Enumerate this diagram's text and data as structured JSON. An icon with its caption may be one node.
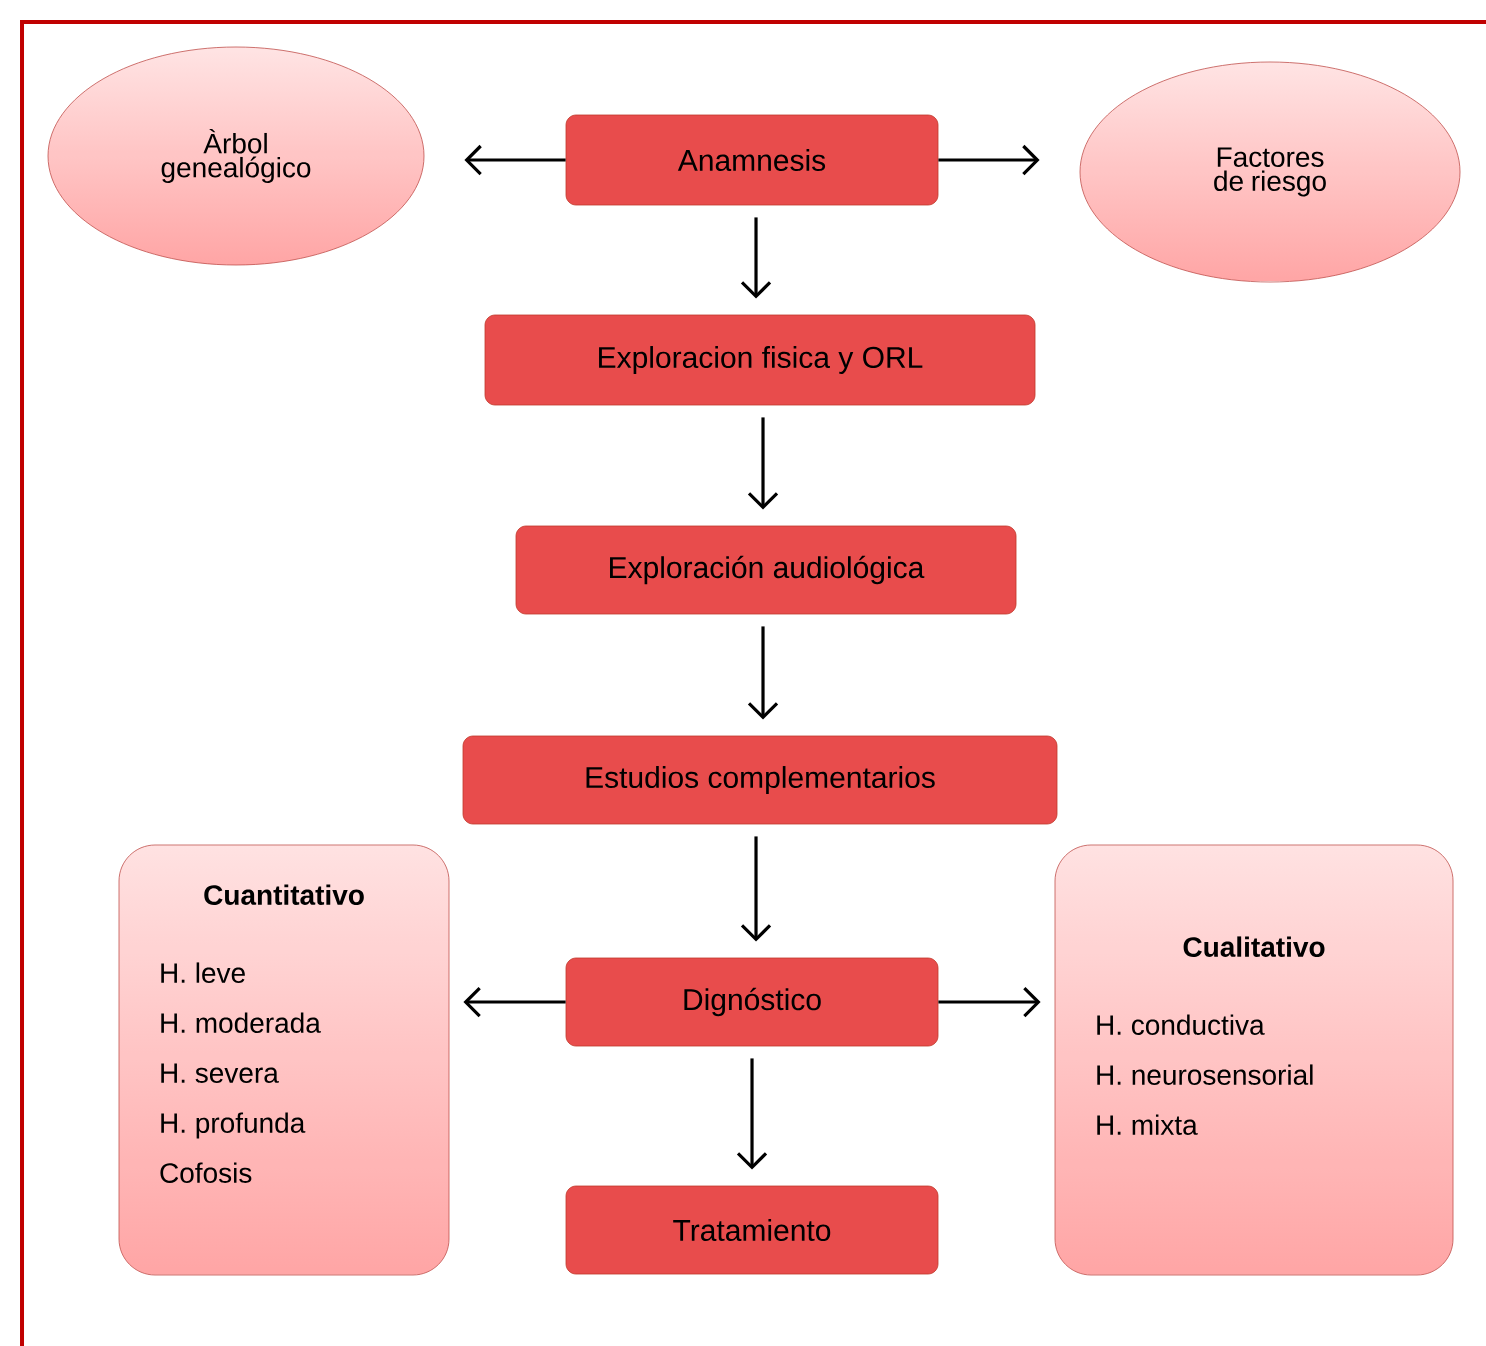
{
  "diagram": {
    "nodes": [
      {
        "text": [
          "Anamnesis"
        ]
      },
      {
        "text": [
          "Àrbol genealógico"
        ]
      },
      {
        "text": [
          "Factores de riesgo"
        ]
      },
      {
        "text": [
          "Exploracion fisica y ORL"
        ]
      },
      {
        "text": [
          "Exploración audiológica"
        ]
      },
      {
        "text": [
          "Estudios complementarios"
        ]
      },
      {
        "text": [
          "Cuantitativo",
          "H. leve",
          "H. moderada",
          "H. severa",
          "H. profunda",
          "Cofosis"
        ]
      },
      {
        "text": [
          "Dignóstico"
        ]
      },
      {
        "text": [
          "Cualitativo",
          "H. conductiva",
          "H. neurosensorial",
          "H. mixta"
        ]
      },
      {
        "text": [
          "Tratamiento"
        ]
      }
    ],
    "edges": [
      {
        "from": 0,
        "to": 1,
        "arrow": "to"
      },
      {
        "from": 0,
        "to": 2,
        "arrow": "to"
      },
      {
        "from": 0,
        "to": 3,
        "arrow": "to"
      },
      {
        "from": 3,
        "to": 4,
        "arrow": "to"
      },
      {
        "from": 4,
        "to": 5,
        "arrow": "to"
      },
      {
        "from": 5,
        "to": 7,
        "arrow": "to"
      },
      {
        "from": 7,
        "to": 6,
        "arrow": "to"
      },
      {
        "from": 7,
        "to": 8,
        "arrow": "to"
      },
      {
        "from": 7,
        "to": 9,
        "arrow": "to"
      }
    ]
  }
}
